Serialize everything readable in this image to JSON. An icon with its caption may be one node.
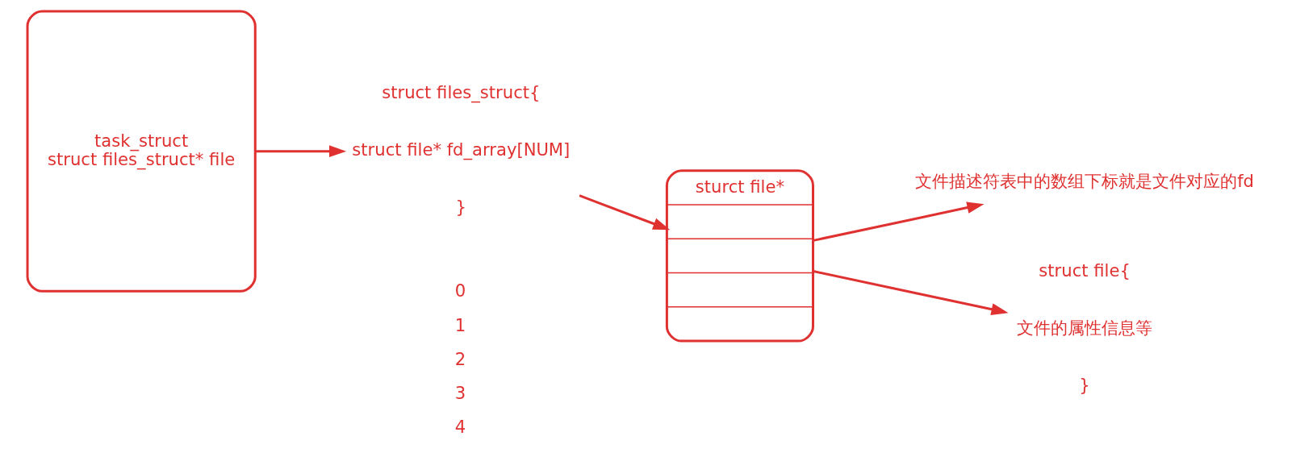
{
  "diagram": {
    "nodes": [
      {
        "text": [
          "task_struct",
          "struct files_struct* file"
        ]
      },
      {
        "text": [
          "struct files_struct{",
          "struct file* fd_array[NUM]",
          "}"
        ]
      },
      {
        "text": [
          "sturct file*"
        ],
        "beside": [
          "0",
          "1",
          "2",
          "3",
          "4"
        ]
      },
      {
        "text": [
          "文件描述符表中的数组下标就是文件对应的fd"
        ]
      },
      {
        "text": [
          "struct file{",
          "文件的属性信息等",
          "}"
        ]
      }
    ],
    "edges": [
      {
        "from": 0,
        "to": 1,
        "arrow": "to"
      },
      {
        "from": 1,
        "to": 2,
        "arrow": "to"
      },
      {
        "from": 2,
        "to": 3,
        "arrow": "to"
      },
      {
        "from": 2,
        "to": 4,
        "arrow": "to"
      }
    ]
  }
}
